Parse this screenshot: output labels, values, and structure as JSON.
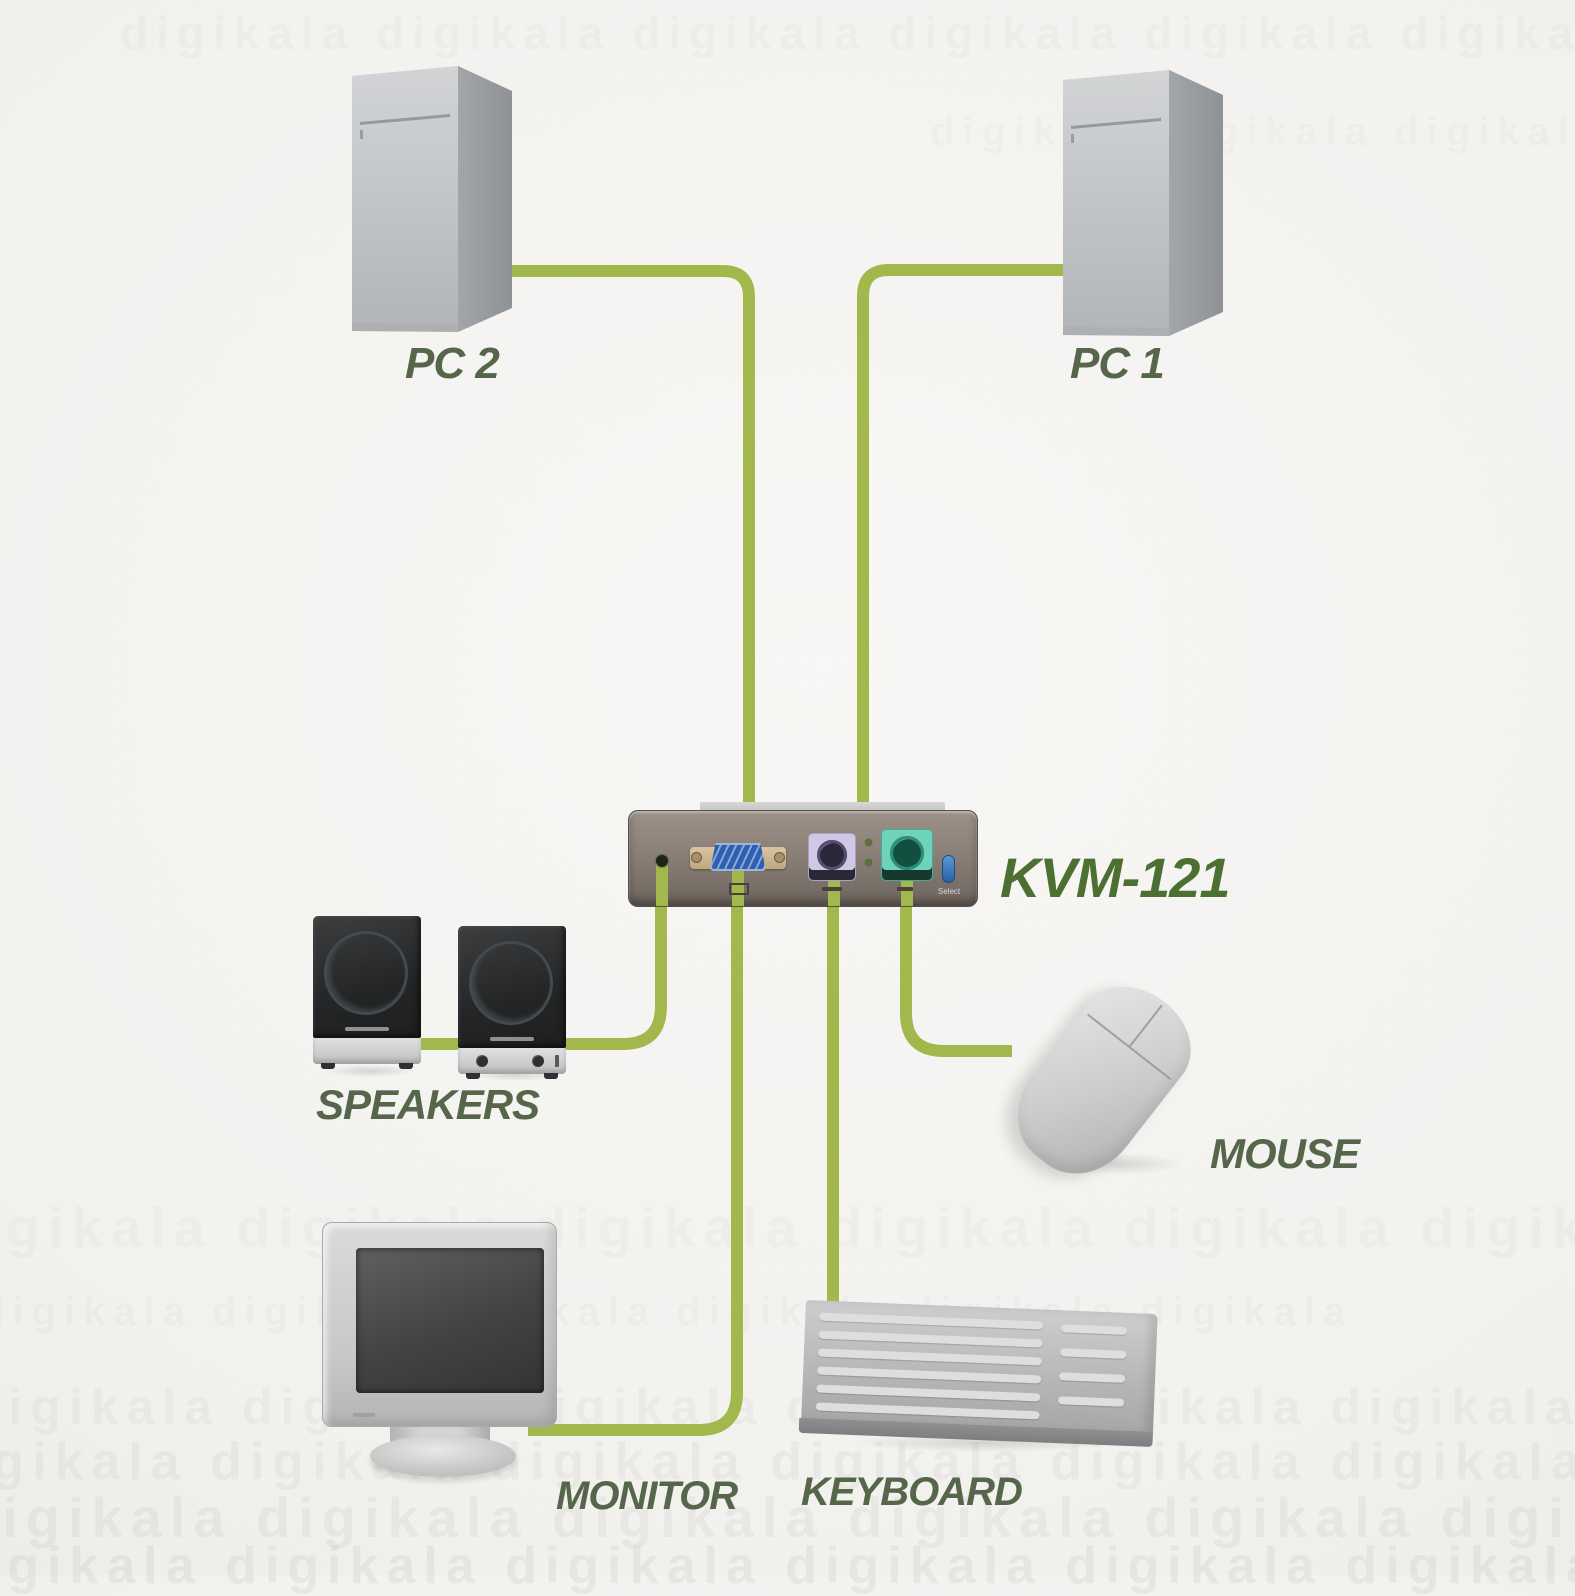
{
  "watermark": {
    "brand": "digikala",
    "row": "digikala digikala digikala digikala digikala digikala"
  },
  "devices": {
    "pc2": {
      "label": "PC 2"
    },
    "pc1": {
      "label": "PC 1"
    },
    "kvm_switch": {
      "model_label": "KVM-121",
      "select_button_label": "Select"
    },
    "speakers": {
      "label": "SPEAKERS"
    },
    "mouse": {
      "label": "MOUSE"
    },
    "monitor": {
      "label": "MONITOR"
    },
    "keyboard": {
      "label": "KEYBOARD"
    }
  },
  "colors": {
    "cable": "#a2b74c",
    "device_label": "#55664b",
    "kvm_label": "#4c7031",
    "background": "#f2f1ee"
  }
}
